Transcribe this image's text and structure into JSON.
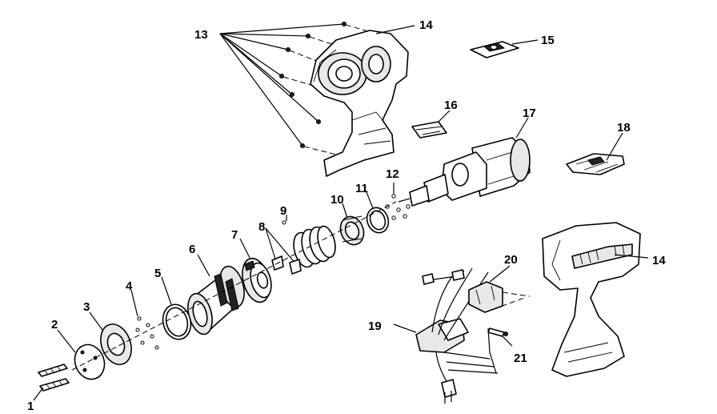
{
  "labels": [
    "1",
    "2",
    "3",
    "4",
    "5",
    "6",
    "7",
    "8",
    "9",
    "10",
    "11",
    "12",
    "13",
    "14",
    "14",
    "15",
    "16",
    "17",
    "18",
    "19",
    "20",
    "21"
  ]
}
